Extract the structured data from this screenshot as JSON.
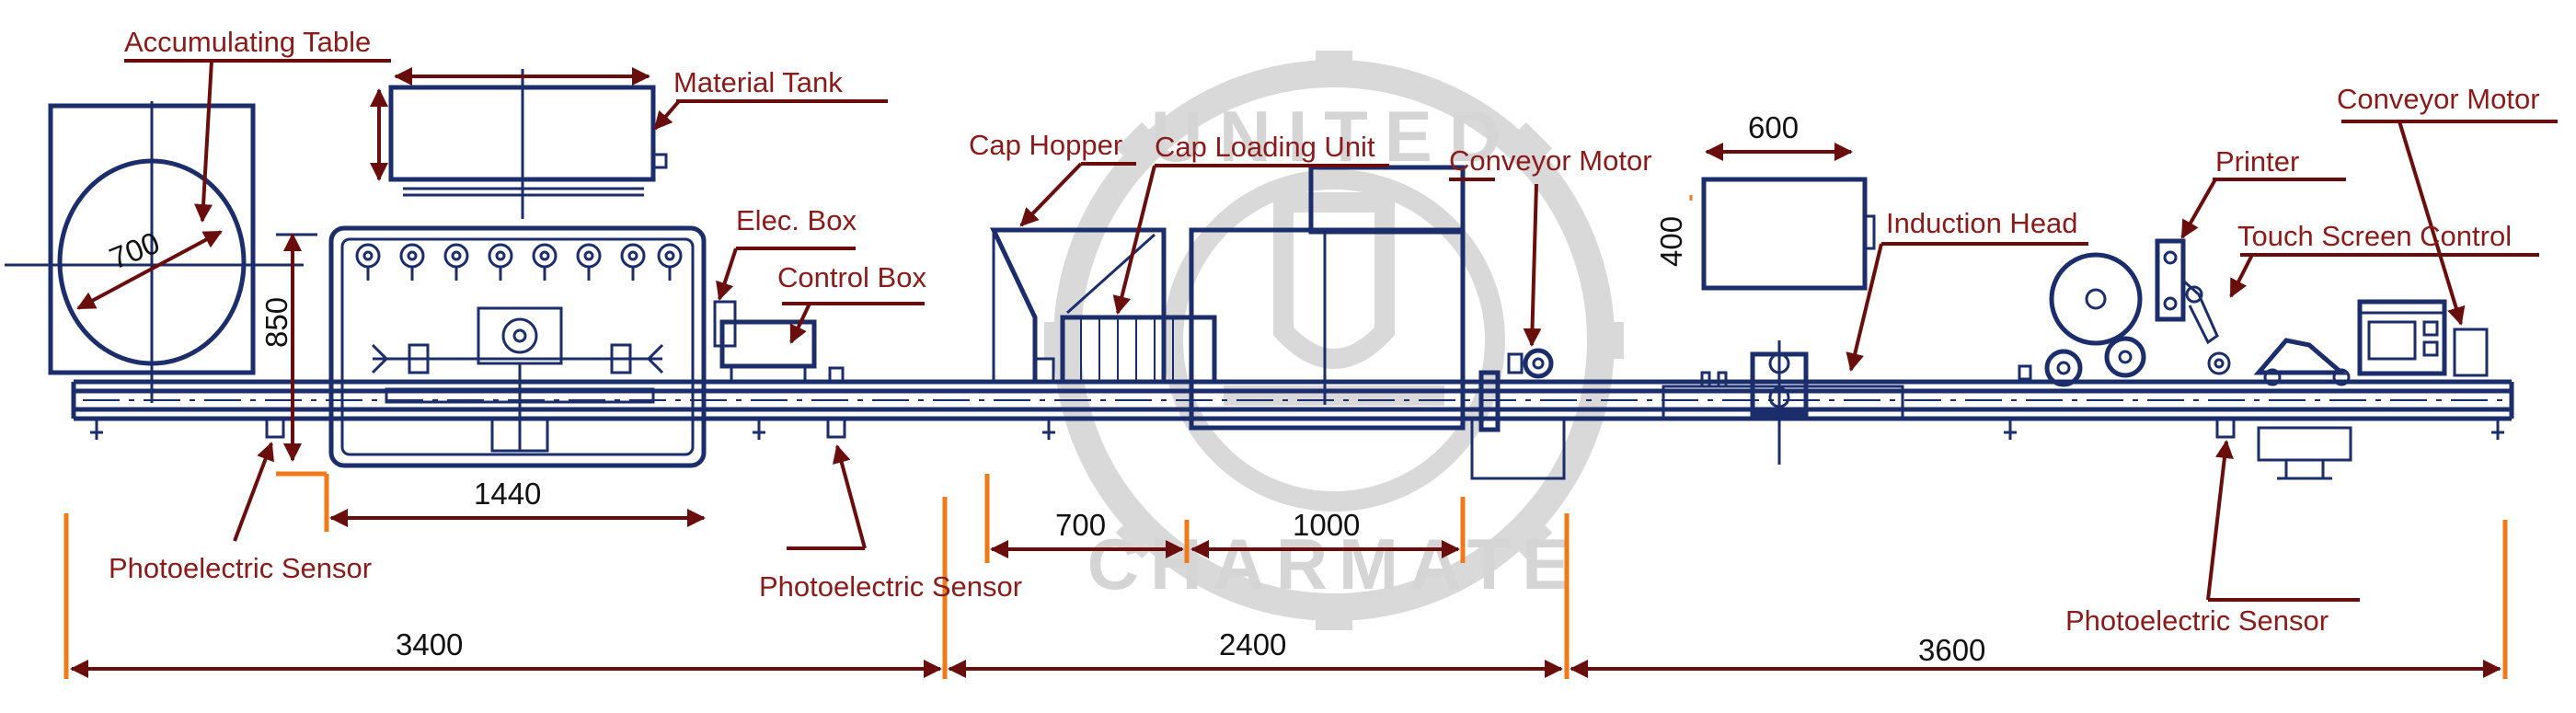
{
  "labels": {
    "accumulating_table": "Accumulating Table",
    "material_tank": "Material Tank",
    "elec_box": "Elec. Box",
    "control_box": "Control Box",
    "cap_hopper": "Cap Hopper",
    "cap_loading_unit": "Cap Loading Unit",
    "conveyor_motor_1": "Conveyor Motor",
    "induction_head": "Induction Head",
    "printer": "Printer",
    "conveyor_motor_2": "Conveyor Motor",
    "touch_screen_control": "Touch Screen Control",
    "photoelectric_sensor_1": "Photoelectric Sensor",
    "photoelectric_sensor_2": "Photoelectric Sensor",
    "photoelectric_sensor_3": "Photoelectric Sensor"
  },
  "dimensions": {
    "table_diameter": "700",
    "filler_height": "850",
    "filler_width": "1440",
    "hopper_width": "700",
    "capper_width": "1000",
    "induction_width": "600",
    "induction_height": "400",
    "section_1": "3400",
    "section_2": "2400",
    "section_3": "3600"
  },
  "watermark": {
    "top_text": "UNITED",
    "bottom_text": "CHARMATE"
  },
  "colors": {
    "line": "#1b2d6b",
    "label": "#8b1a1a",
    "leader": "#6a0d0d",
    "tick": "#f07a1a",
    "watermark": "#d9d9d9"
  }
}
